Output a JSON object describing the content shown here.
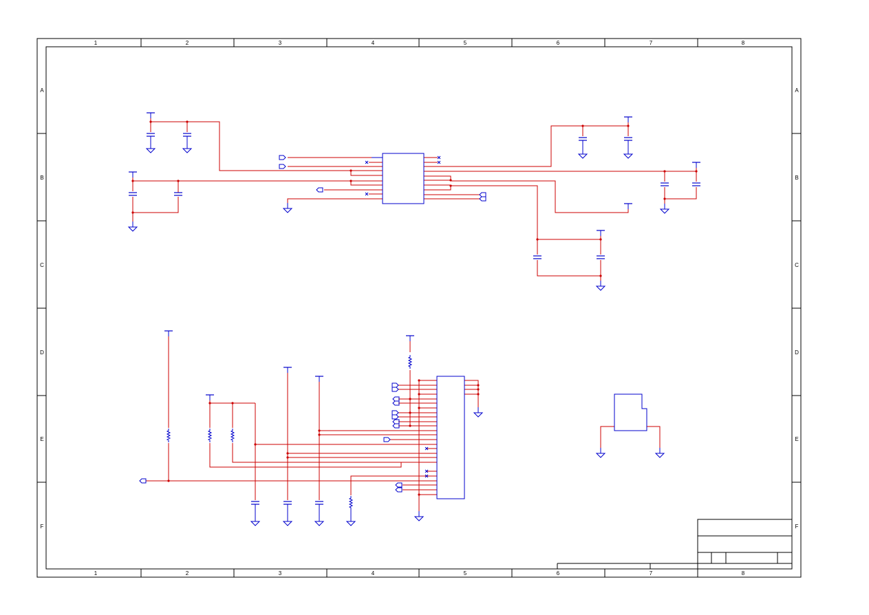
{
  "sheet": {
    "columns": [
      "1",
      "2",
      "3",
      "4",
      "5",
      "6",
      "7",
      "8"
    ],
    "rows": [
      "A",
      "B",
      "C",
      "D",
      "E",
      "F"
    ]
  },
  "colors": {
    "wire": "#cc0000",
    "component": "#0000cc",
    "frame": "#000000",
    "junction": "#cc0000"
  },
  "icons": {
    "ground": "ground-icon",
    "power": "power-rail-icon",
    "capacitor": "capacitor-icon",
    "resistor": "resistor-icon",
    "port": "port-arrow-icon",
    "no_connect": "no-connect-icon",
    "ic": "ic-body-icon"
  }
}
